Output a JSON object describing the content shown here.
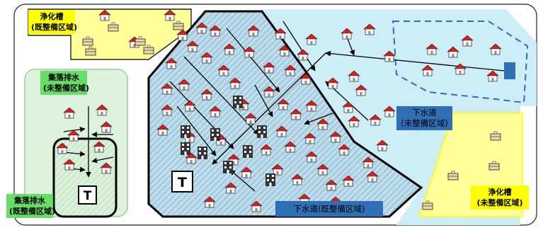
{
  "labels": {
    "johkasou_top": [
      "浄化槽",
      "(既整備区域)"
    ],
    "village_unplanned": [
      "集落排水",
      "(未整備区域)"
    ],
    "village_planned": [
      "集落排水",
      "(既整備区域)"
    ],
    "sewer_unplanned": [
      "下水道",
      "(未整備区域)"
    ],
    "sewer_planned": "下水道(既整備区域)",
    "johkasou_bottom": [
      "浄化槽",
      "(未整備区域)"
    ]
  },
  "treatment_plant": {
    "left": "T",
    "right": "T"
  },
  "colors": {
    "yellow_area": "#ffff99",
    "green_area": "#ddf3dd",
    "sewer_planned_area": "#a9cfe3",
    "sewer_unplanned_area": "#cdeef7",
    "roof": "#dd1c1c",
    "label_yellow": "#ffff00",
    "label_green": "#66dd66",
    "label_blue": "#2e6fb5"
  },
  "icons": [
    "house-icon",
    "building-icon",
    "septic-tank-icon",
    "pump-station-icon"
  ]
}
